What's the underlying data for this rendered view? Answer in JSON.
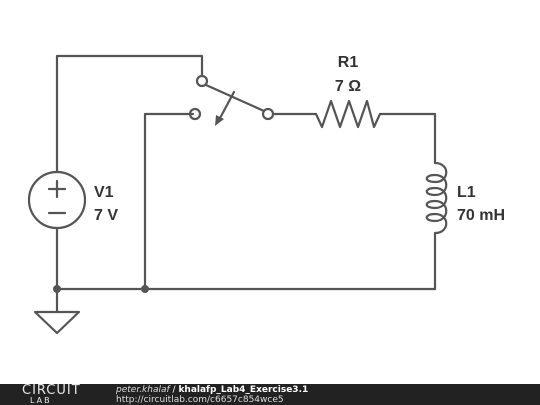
{
  "components": {
    "r1": {
      "name": "R1",
      "value": "7 Ω"
    },
    "v1": {
      "name": "V1",
      "value": "7 V"
    },
    "l1": {
      "name": "L1",
      "value": "70 mH"
    }
  },
  "colors": {
    "wire": "#555555",
    "label": "#333333",
    "footer_bg": "#222222"
  },
  "footer": {
    "logo_top": "CIRCUIT",
    "logo_bottom": "LAB",
    "user": "peter.khalaf",
    "separator": " / ",
    "project": "khalafp_Lab4_Exercise3.1",
    "url": "http://circuitlab.com/c6657c854wce5"
  }
}
